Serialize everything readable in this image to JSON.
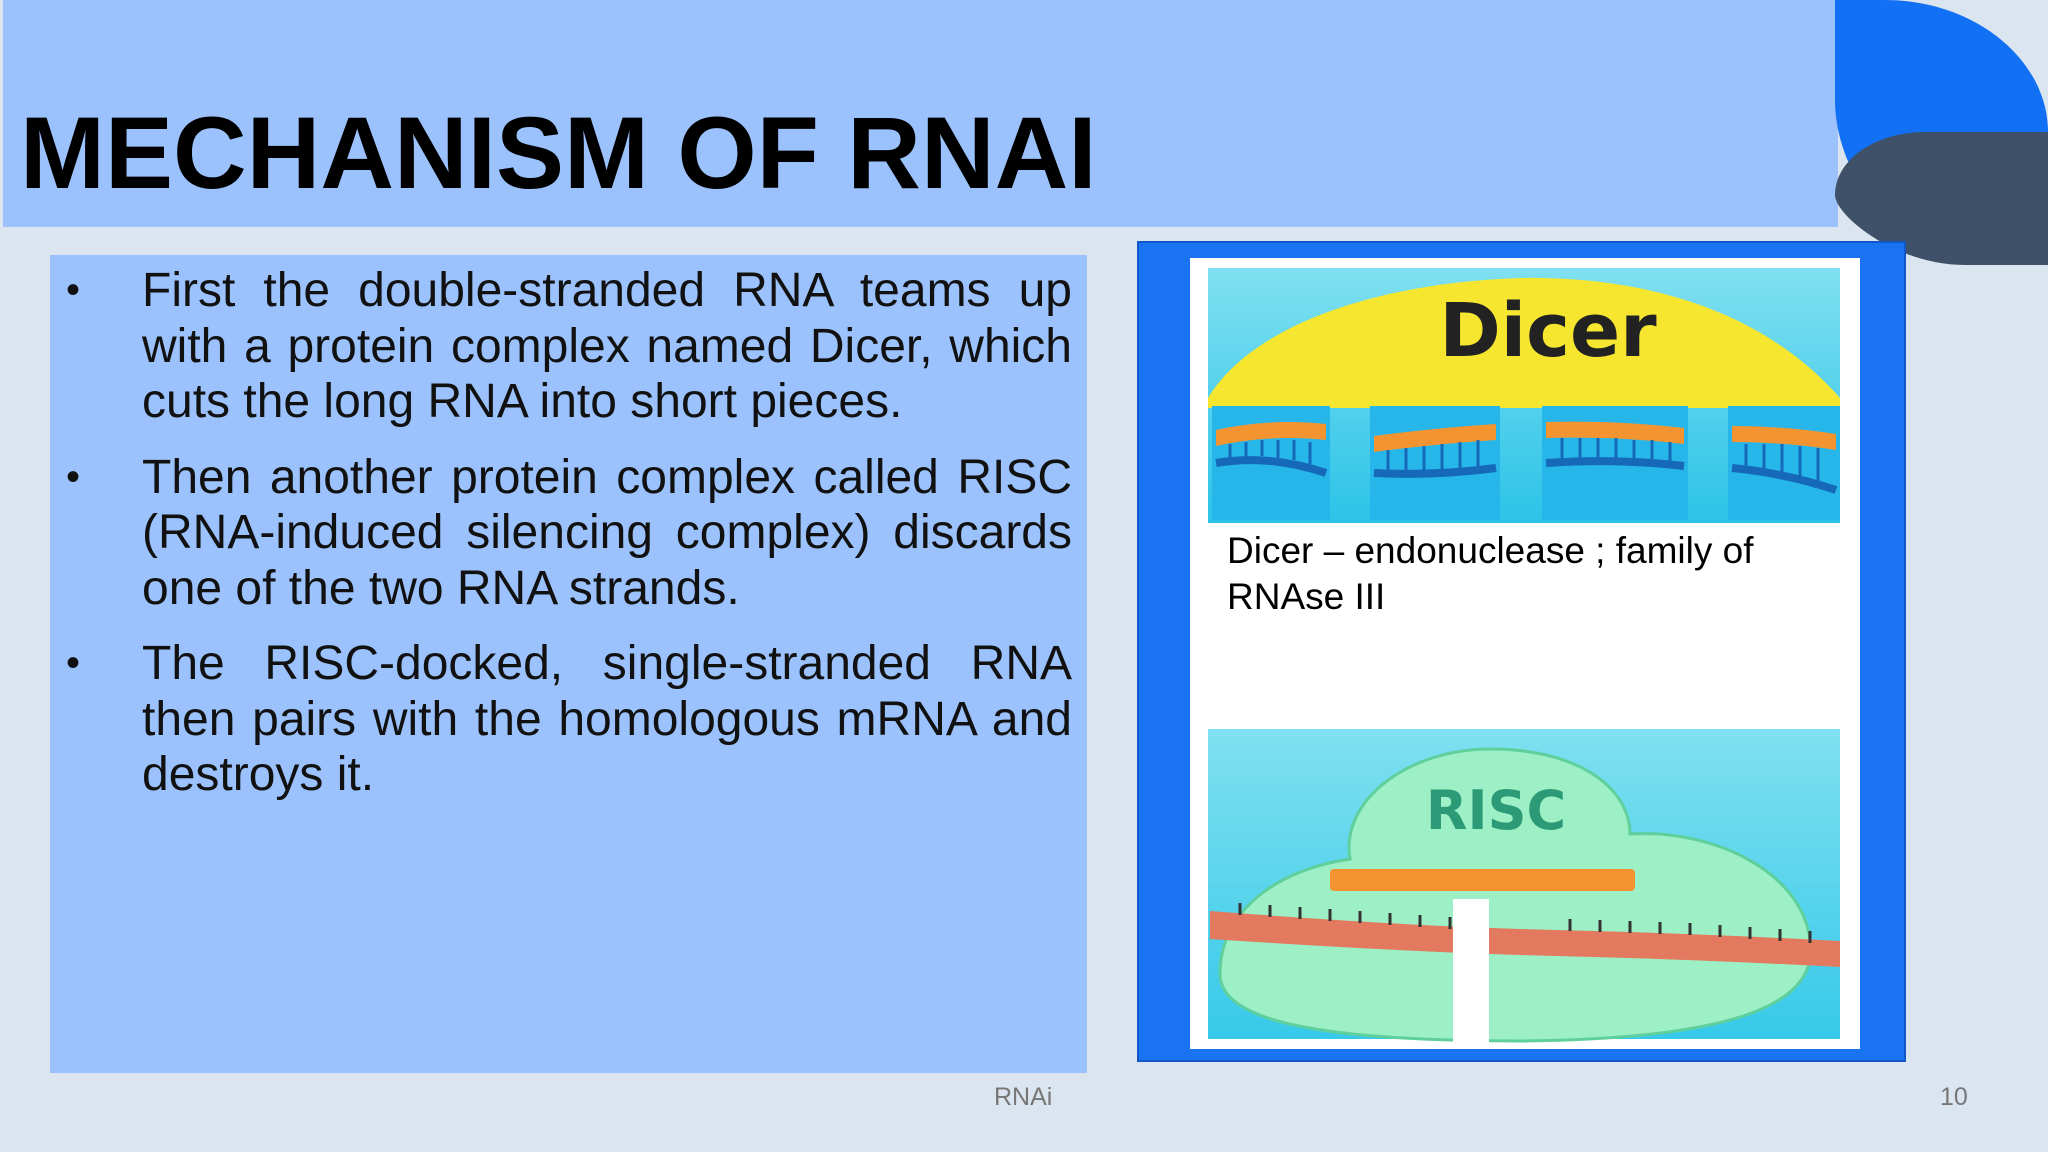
{
  "slide": {
    "title": "MECHANISM OF RNAI",
    "bullets": [
      "First the double-stranded RNA teams up with a protein complex named Dicer, which cuts the long RNA into short pieces.",
      "Then another protein complex called RISC (RNA-induced silencing complex) discards one of the two RNA strands.",
      "The RISC-docked, single-stranded RNA then pairs with the homologous mRNA and destroys it."
    ],
    "bullet_symbol": "•"
  },
  "figure": {
    "dicer_label": "Dicer",
    "caption": "Dicer – endonuclease ; family of RNAse III",
    "risc_label": "RISC"
  },
  "footer": {
    "center_text": "RNAi",
    "page_number": "10"
  },
  "colors": {
    "title_band": "#9bc2fc",
    "background": "#dbe5ef",
    "figure_border": "#1a74f2",
    "deco_blue": "#1270f5",
    "deco_slate": "#3f5168"
  }
}
